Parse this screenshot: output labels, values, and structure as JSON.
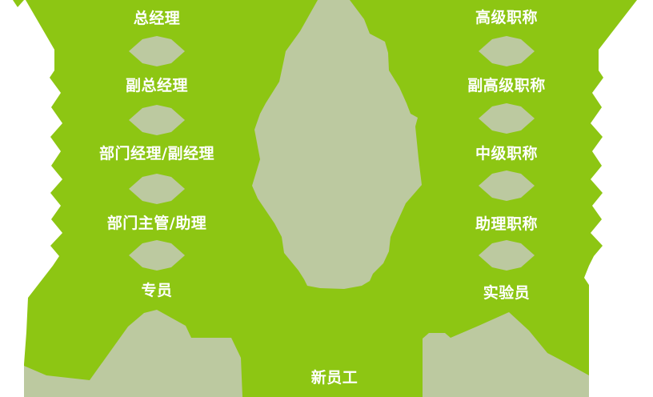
{
  "palette": {
    "tree_green": "#8DC613",
    "leaf_sage": "#BCC9A0",
    "label_text": "#FFFFFF",
    "background": "#FFFFFF"
  },
  "diagram_type": "dual career ladder (tree shaped)",
  "management_track": {
    "levels": [
      "总经理",
      "副总经理",
      "部门经理/副经理",
      "部门主管/助理",
      "专员"
    ]
  },
  "professional_track": {
    "levels": [
      "高级职称",
      "副高级职称",
      "中级职称",
      "助理职称",
      "实验员"
    ]
  },
  "entry_level": {
    "label": "新员工"
  }
}
